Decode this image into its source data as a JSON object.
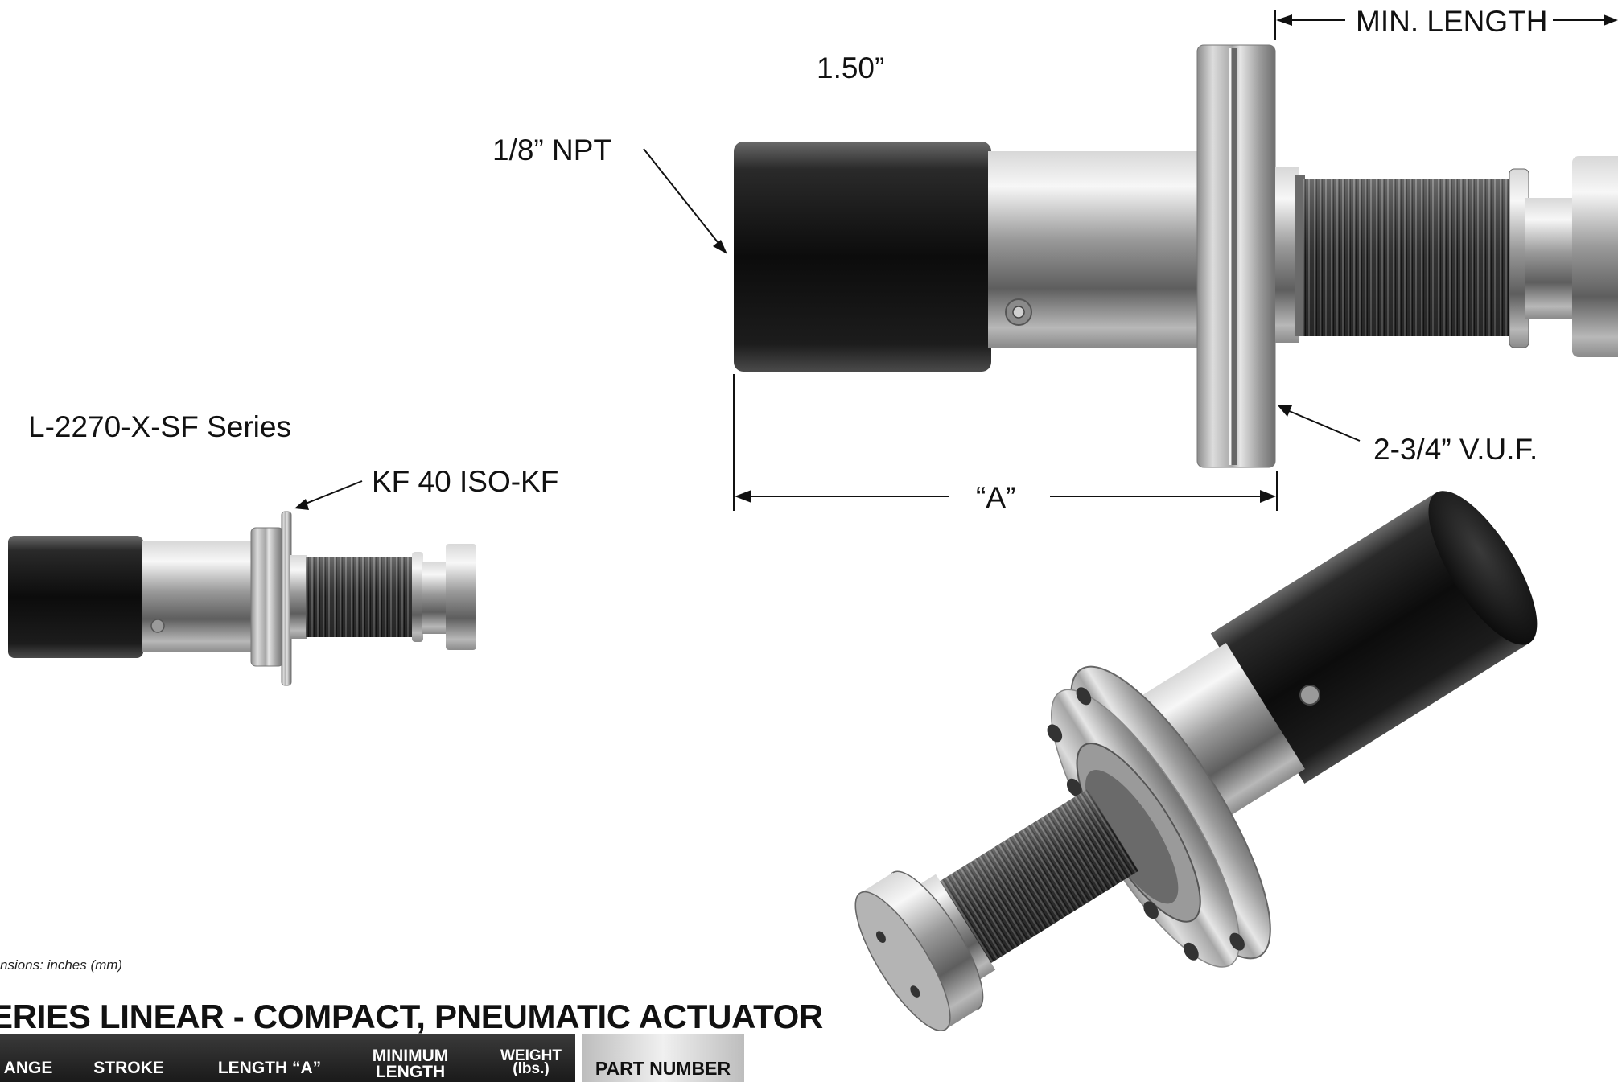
{
  "labels": {
    "min_length": "MIN. LENGTH",
    "dia": "1.50”",
    "npt": "1/8” NPT",
    "vuf": "2-3/4” V.U.F.",
    "length_a": "“A”",
    "series": "L-2270-X-SF  Series",
    "kf": "KF 40  ISO-KF",
    "dimensions_note": "nsions:  inches (mm)",
    "title": "ERIES LINEAR - COMPACT, PNEUMATIC ACTUATOR"
  },
  "table": {
    "headers": [
      "ANGE",
      "STROKE",
      "LENGTH “A”",
      "MINIMUM LENGTH",
      "WEIGHT (lbs.)",
      "PART  NUMBER"
    ]
  }
}
